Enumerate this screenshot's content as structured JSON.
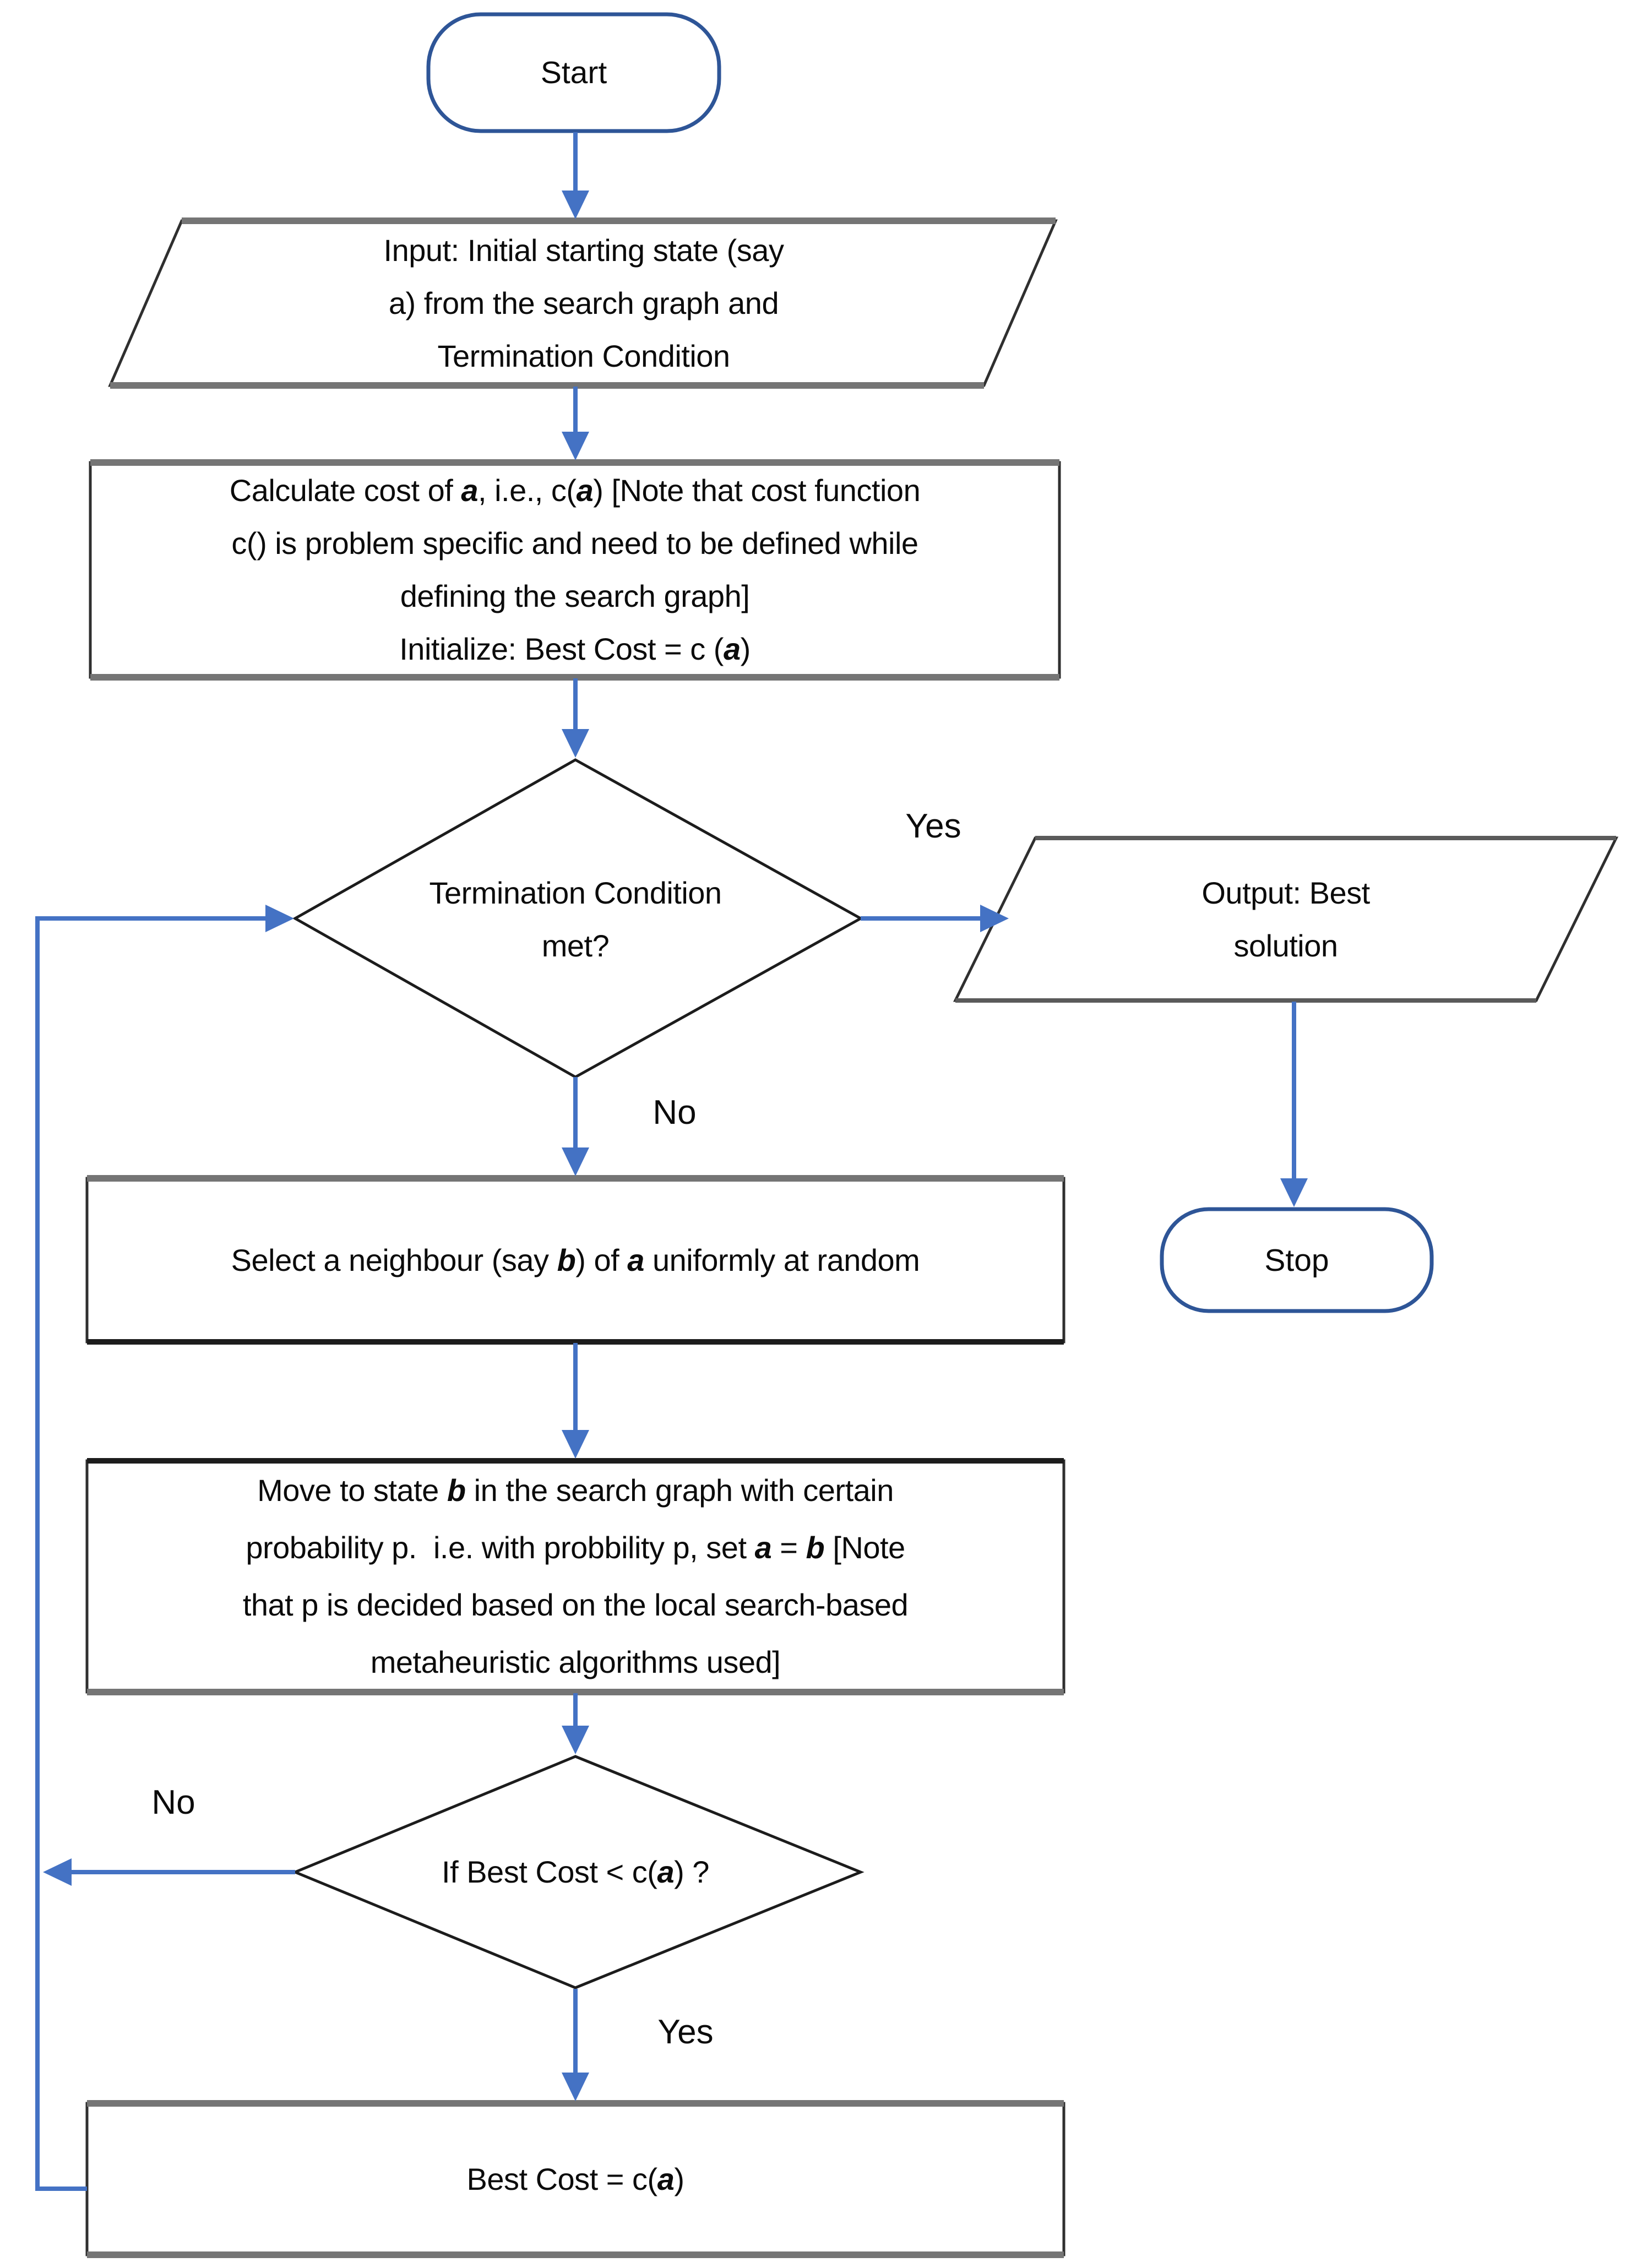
{
  "colors": {
    "flow_line": "#4472C4",
    "terminator_border": "#2E5597",
    "shape_border": "#2f2f2f",
    "shape_edge_gray": "#757575",
    "text": "#0b0b0b",
    "background": "#ffffff"
  },
  "nodes": {
    "start": {
      "type": "terminator",
      "label": "Start"
    },
    "input": {
      "type": "io",
      "lines": [
        [
          {
            "t": "Input: Initial starting state (say"
          }
        ],
        [
          {
            "t": "a) from the search graph and"
          }
        ],
        [
          {
            "t": "Termination Condition"
          }
        ]
      ]
    },
    "calculate": {
      "type": "process",
      "lines": [
        [
          {
            "t": "Calculate cost of "
          },
          {
            "t": "a",
            "em": true
          },
          {
            "t": ", i.e., c("
          },
          {
            "t": "a",
            "em": true
          },
          {
            "t": ") [Note that cost function"
          }
        ],
        [
          {
            "t": "c() is problem specific and need to be defined while"
          }
        ],
        [
          {
            "t": "defining the search graph]"
          }
        ],
        [
          {
            "t": "Initialize: Best Cost = c ("
          },
          {
            "t": "a",
            "em": true
          },
          {
            "t": ")"
          }
        ]
      ]
    },
    "termination": {
      "type": "decision",
      "lines": [
        [
          {
            "t": "Termination Condition"
          }
        ],
        [
          {
            "t": "met?"
          }
        ]
      ]
    },
    "output": {
      "type": "io",
      "lines": [
        [
          {
            "t": "Output: Best"
          }
        ],
        [
          {
            "t": "solution"
          }
        ]
      ]
    },
    "stop": {
      "type": "terminator",
      "label": "Stop"
    },
    "select": {
      "type": "process",
      "lines": [
        [
          {
            "t": "Select a neighbour (say "
          },
          {
            "t": "b",
            "em": true
          },
          {
            "t": ") of "
          },
          {
            "t": "a",
            "em": true
          },
          {
            "t": " uniformly at random"
          }
        ]
      ]
    },
    "move": {
      "type": "process",
      "lines": [
        [
          {
            "t": "Move to state "
          },
          {
            "t": "b",
            "em": true
          },
          {
            "t": " in the search graph with certain"
          }
        ],
        [
          {
            "t": "probability p.  i.e. with probbility p, set "
          },
          {
            "t": "a",
            "em": true
          },
          {
            "t": " = "
          },
          {
            "t": "b",
            "em": true
          },
          {
            "t": " [Note"
          }
        ],
        [
          {
            "t": "that p is decided based on the local search-based"
          }
        ],
        [
          {
            "t": "metaheuristic algorithms used]"
          }
        ]
      ]
    },
    "best_check": {
      "type": "decision",
      "lines": [
        [
          {
            "t": "If Best Cost < c("
          },
          {
            "t": "a",
            "em": true
          },
          {
            "t": ") ?"
          }
        ]
      ]
    },
    "update_best": {
      "type": "process",
      "lines": [
        [
          {
            "t": "Best Cost = c("
          },
          {
            "t": "a",
            "em": true
          },
          {
            "t": ")"
          }
        ]
      ]
    }
  },
  "edge_labels": {
    "termination_yes": "Yes",
    "termination_no": "No",
    "best_no": "No",
    "best_yes": "Yes"
  }
}
